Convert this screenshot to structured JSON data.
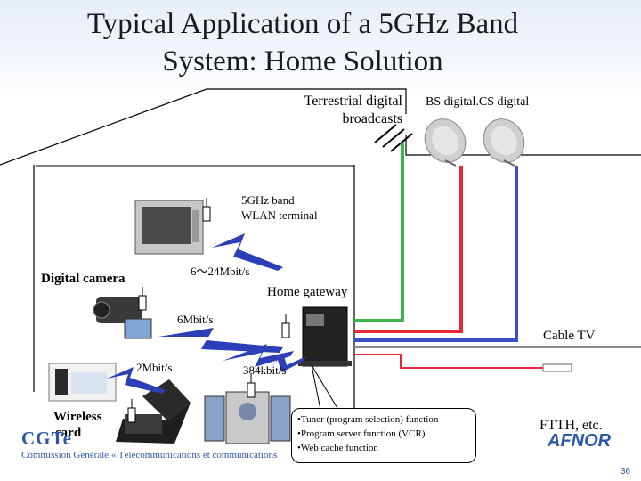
{
  "title": {
    "line1": "Typical Application of a 5GHz Band",
    "line2": "System: Home Solution"
  },
  "labels": {
    "terrestrial_line1": "Terrestrial digital",
    "terrestrial_line2": "broadcasts",
    "bs_cs": "BS digital.CS digital",
    "wlan_line1": "5GHz band",
    "wlan_line2": "WLAN terminal",
    "digital_camera": "Digital camera",
    "rate_tv": "6～24Mbit/s",
    "home_gateway": "Home gateway",
    "rate_camera": "6Mbit/s",
    "cable_tv": "Cable TV",
    "rate_card": "2Mbit/s",
    "rate_stereo": "384kbit/s",
    "wireless_card_line1": "Wireless",
    "wireless_card_line2": "card",
    "ftth": "FTTH, etc."
  },
  "callout": [
    "•Tuner (program selection) function",
    "•Program server function (VCR)",
    "•Web cache function"
  ],
  "footer": {
    "logo_left": "CGTe",
    "commission": "Commission Générale « Télécommunications et communications",
    "logo_right": "AFNOR",
    "page": "36"
  },
  "colors": {
    "green_line": "#3cb54a",
    "red_line": "#e8283a",
    "blue_line": "#3c4fc4",
    "gray_line": "#8c8c8c",
    "wireless_bolt": "#2d3fb8",
    "brand_blue": "#2b57a8"
  }
}
